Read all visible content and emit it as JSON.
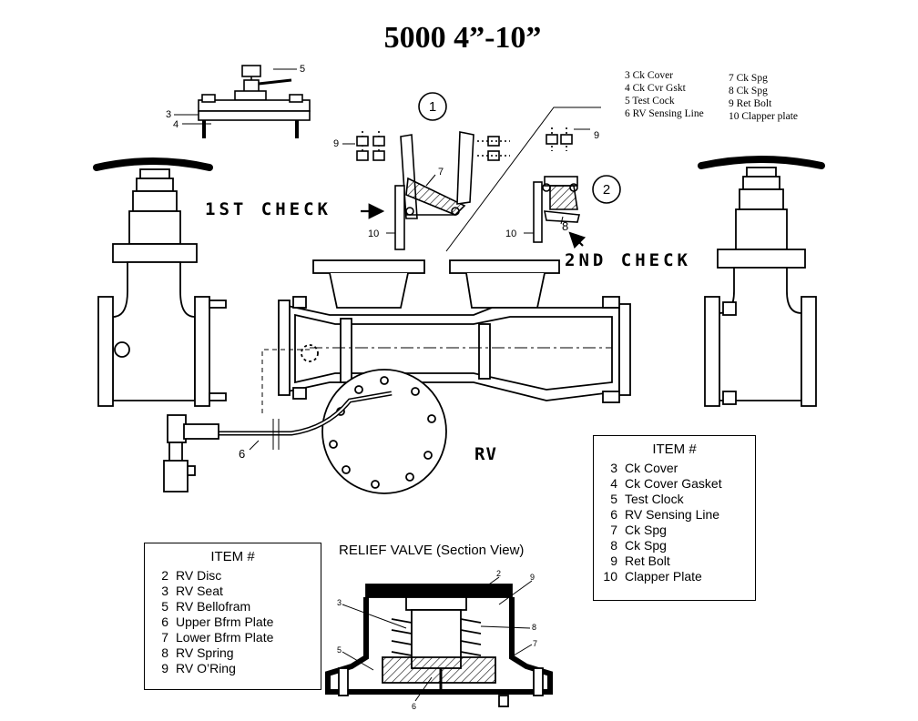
{
  "title": "5000 4”-10”",
  "top_legend": {
    "col1": [
      {
        "text": "3 Ck Cover"
      },
      {
        "text": "4 Ck Cvr Gskt"
      },
      {
        "text": "5 Test Cock"
      },
      {
        "text": "6 RV Sensing Line"
      }
    ],
    "col2": [
      {
        "text": "7 Ck Spg"
      },
      {
        "text": "8 Ck Spg"
      },
      {
        "text": "9 Ret Bolt"
      },
      {
        "text": "10 Clapper plate"
      }
    ]
  },
  "labels": {
    "first_check": "1ST CHECK",
    "second_check": "2ND CHECK",
    "rv": "RV",
    "circle1": "1",
    "circle2": "2",
    "relief_valve_title": "RELIEF VALVE (Section View)"
  },
  "callouts": {
    "c3": "3",
    "c4": "4",
    "c5": "5",
    "c6": "6",
    "c7": "7",
    "c8": "8",
    "c9a": "9",
    "c9b": "9",
    "c10a": "10",
    "c10b": "10",
    "rv2": "2",
    "rv3": "3",
    "rv5": "5",
    "rv6": "6",
    "rv7": "7",
    "rv8": "8",
    "rv9": "9"
  },
  "check_legend": {
    "title": "ITEM #",
    "items": [
      {
        "num": "3",
        "name": "Ck Cover"
      },
      {
        "num": "4",
        "name": "Ck Cover Gasket"
      },
      {
        "num": "5",
        "name": "Test Clock"
      },
      {
        "num": "6",
        "name": "RV Sensing Line"
      },
      {
        "num": "7",
        "name": "Ck Spg"
      },
      {
        "num": "8",
        "name": "Ck Spg"
      },
      {
        "num": "9",
        "name": "Ret Bolt"
      },
      {
        "num": "10",
        "name": "Clapper Plate"
      }
    ]
  },
  "rv_legend": {
    "title": "ITEM #",
    "items": [
      {
        "num": "2",
        "name": "RV Disc"
      },
      {
        "num": "3",
        "name": "RV Seat"
      },
      {
        "num": "5",
        "name": "RV Bellofram"
      },
      {
        "num": "6",
        "name": "Upper Bfrm Plate"
      },
      {
        "num": "7",
        "name": "Lower Bfrm Plate"
      },
      {
        "num": "8",
        "name": "RV Spring"
      },
      {
        "num": "9",
        "name": "RV O’Ring"
      }
    ]
  },
  "colors": {
    "ink": "#000000",
    "paper": "#ffffff"
  }
}
